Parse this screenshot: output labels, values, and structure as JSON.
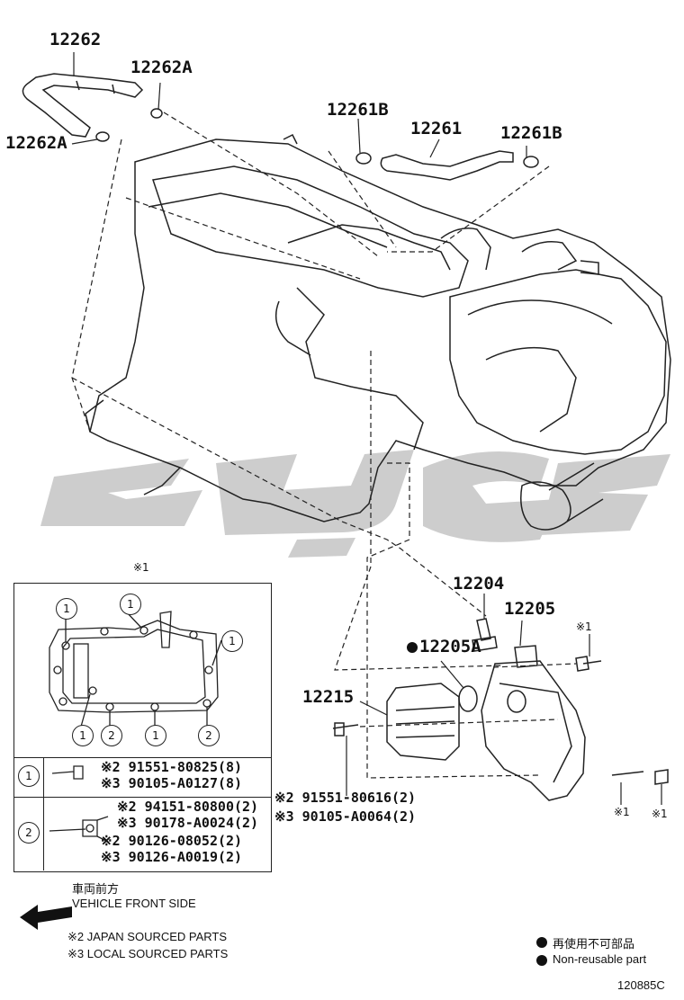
{
  "labels": {
    "p12262": "12262",
    "p12262a_top": "12262A",
    "p12262a_left": "12262A",
    "p12261b_left": "12261B",
    "p12261": "12261",
    "p12261b_right": "12261B",
    "p12204": "12204",
    "p12205": "12205",
    "p12205a": "12205A",
    "p12215": "12215",
    "x1_box": "※1",
    "x1_bolt_top": "※1",
    "x1_stud": "※1",
    "x1_nut": "※1"
  },
  "center_bolt": {
    "line1": "※2 91551-80616(2)",
    "line2": "※3 90105-A0064(2)"
  },
  "legend_table": {
    "row1_ref": "1",
    "row1_line1": "※2 91551-80825(8)",
    "row1_line2": "※3 90105-A0127(8)",
    "row2_ref": "2",
    "row2_line1": "※2 94151-80800(2)",
    "row2_line2": "※3 90178-A0024(2)",
    "row2_line3": "※2 90126-08052(2)",
    "row2_line4": "※3 90126-A0019(2)"
  },
  "gasket_callouts": [
    "1",
    "1",
    "1",
    "1",
    "1",
    "2",
    "1",
    "2"
  ],
  "vehicle_front": {
    "jp": "車両前方",
    "en": "VEHICLE FRONT SIDE"
  },
  "footnotes": {
    "japan": "※2 JAPAN SOURCED PARTS",
    "local": "※3 LOCAL SOURCED PARTS"
  },
  "non_reusable": {
    "jp": "再使用不可部品",
    "en": "Non-reusable part"
  },
  "diagram_id": "120885C",
  "colors": {
    "line": "#222222",
    "watermark": "#c8c8c8"
  }
}
